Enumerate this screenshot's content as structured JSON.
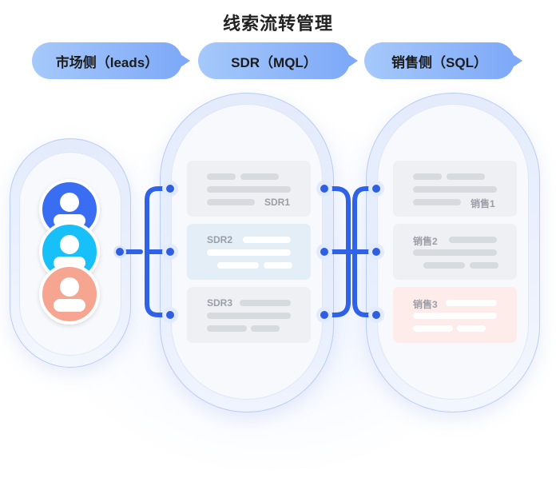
{
  "title": "线索流转管理",
  "stages": [
    {
      "label": "市场侧（leads）"
    },
    {
      "label": "SDR（MQL）"
    },
    {
      "label": "销售侧（SQL）"
    }
  ],
  "sdr_cards": [
    {
      "label": "SDR1"
    },
    {
      "label": "SDR2"
    },
    {
      "label": "SDR3"
    }
  ],
  "sales_cards": [
    {
      "label": "销售1"
    },
    {
      "label": "销售2"
    },
    {
      "label": "销售3"
    }
  ],
  "colors": {
    "avatar_1": "#3a6ef2",
    "avatar_2": "#18c0fa",
    "avatar_3": "#f6a591",
    "wire": "#2f62e6",
    "card_gray": "#eef0f3",
    "card_blue": "#e3eef7",
    "card_pink": "#fdecea"
  },
  "icons": [
    "user-icon",
    "user-icon",
    "user-icon"
  ]
}
